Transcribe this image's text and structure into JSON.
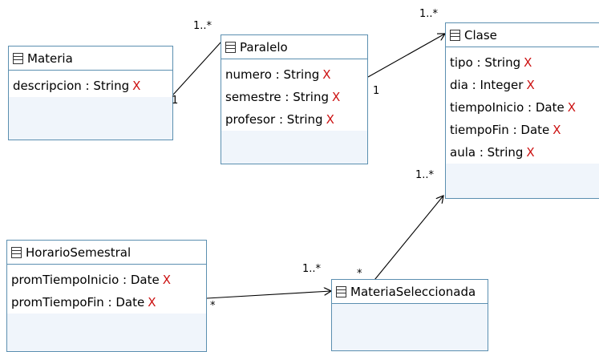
{
  "classes": {
    "materia": {
      "name": "Materia",
      "attributes": [
        "descripcion : String"
      ]
    },
    "paralelo": {
      "name": "Paralelo",
      "attributes": [
        "numero : String",
        "semestre : String",
        "profesor : String"
      ]
    },
    "clase": {
      "name": "Clase",
      "attributes": [
        "tipo : String",
        "dia : Integer",
        "tiempoInicio : Date",
        "tiempoFin : Date",
        "aula : String"
      ]
    },
    "horario": {
      "name": "HorarioSemestral",
      "attributes": [
        "promTiempoInicio : Date",
        "promTiempoFin : Date"
      ]
    },
    "materia_sel": {
      "name": "MateriaSeleccionada",
      "attributes": []
    }
  },
  "delete_glyph": "X",
  "multiplicities": {
    "materia_paralelo_src": "1",
    "materia_paralelo_dst": "1..*",
    "paralelo_clase_src": "1",
    "paralelo_clase_dst": "1..*",
    "msel_clase_src": "*",
    "msel_clase_dst": "1..*",
    "horario_msel_src": "*",
    "horario_msel_dst": "1..*"
  },
  "colors": {
    "border": "#5b8fb0",
    "delete": "#cc1111"
  }
}
